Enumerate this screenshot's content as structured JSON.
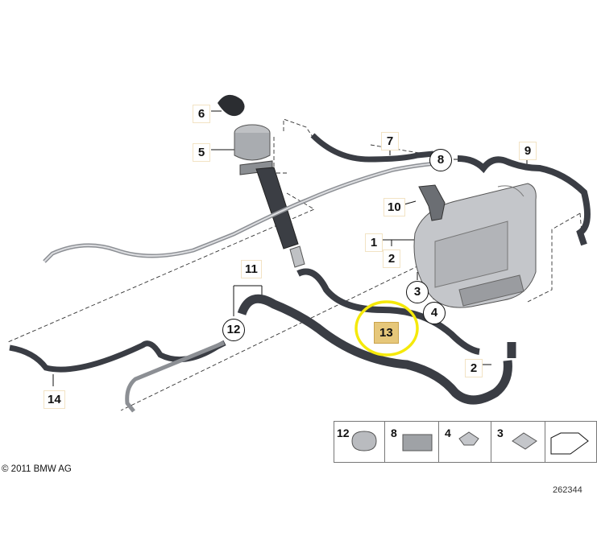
{
  "callouts": {
    "c1": "1",
    "c2a": "2",
    "c2b": "2",
    "c3": "3",
    "c4": "4",
    "c5": "5",
    "c6": "6",
    "c7": "7",
    "c8": "8",
    "c9": "9",
    "c10": "10",
    "c11": "11",
    "c12": "12",
    "c13": "13",
    "c14": "14"
  },
  "legend": {
    "items": [
      "12",
      "8",
      "4",
      "3"
    ]
  },
  "copyright": "© 2011 BMW AG",
  "image_number": "262344",
  "colors": {
    "highlight_ring": "#f5e90a",
    "highlight_box": "#e6c77a",
    "hose": "#3a3d44",
    "line": "#111111"
  }
}
